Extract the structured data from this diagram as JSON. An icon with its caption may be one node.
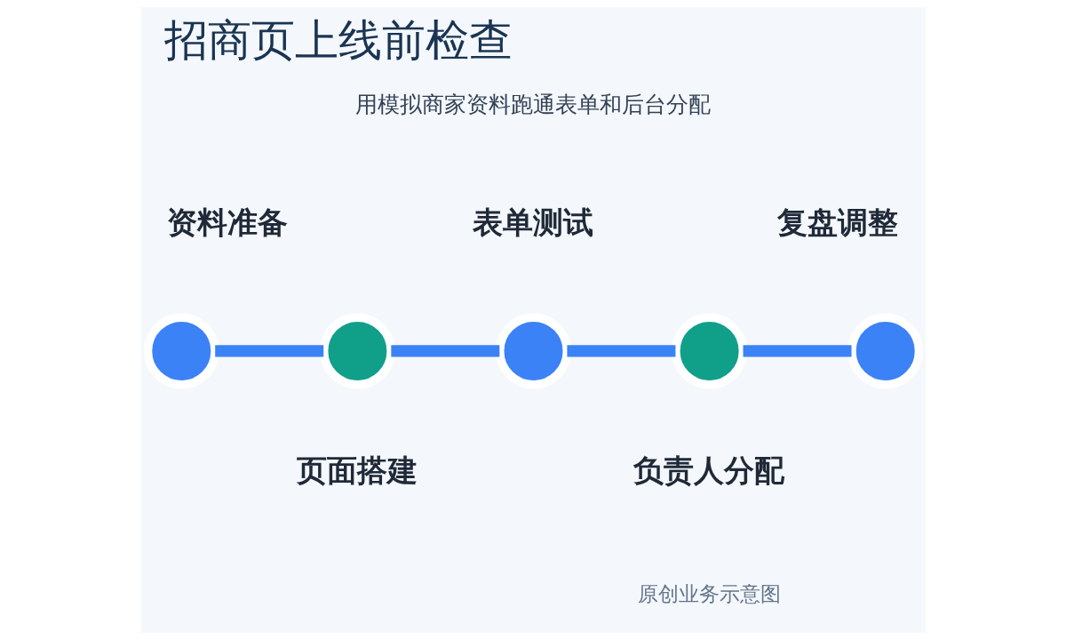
{
  "diagram": {
    "title": "招商页上线前检查",
    "nodes": [
      {
        "text": [],
        "shape": "circle",
        "beside": [
          "资料准备"
        ]
      },
      {
        "text": [],
        "shape": "circle",
        "beside": [
          "页面搭建"
        ]
      },
      {
        "text": [],
        "shape": "circle",
        "beside": [
          "表单测试"
        ]
      },
      {
        "text": [],
        "shape": "circle",
        "beside": [
          "负责人分配"
        ]
      },
      {
        "text": [],
        "shape": "circle",
        "beside": [
          "复盘调整"
        ]
      }
    ],
    "edges": [
      {
        "from": 0,
        "to": 1,
        "arrow": "none"
      },
      {
        "from": 1,
        "to": 2,
        "arrow": "none"
      },
      {
        "from": 2,
        "to": 3,
        "arrow": "none"
      },
      {
        "from": 3,
        "to": 4,
        "arrow": "none"
      }
    ],
    "labels": [
      "用模拟商家资料跑通表单和后台分配",
      "原创业务示意图"
    ]
  }
}
